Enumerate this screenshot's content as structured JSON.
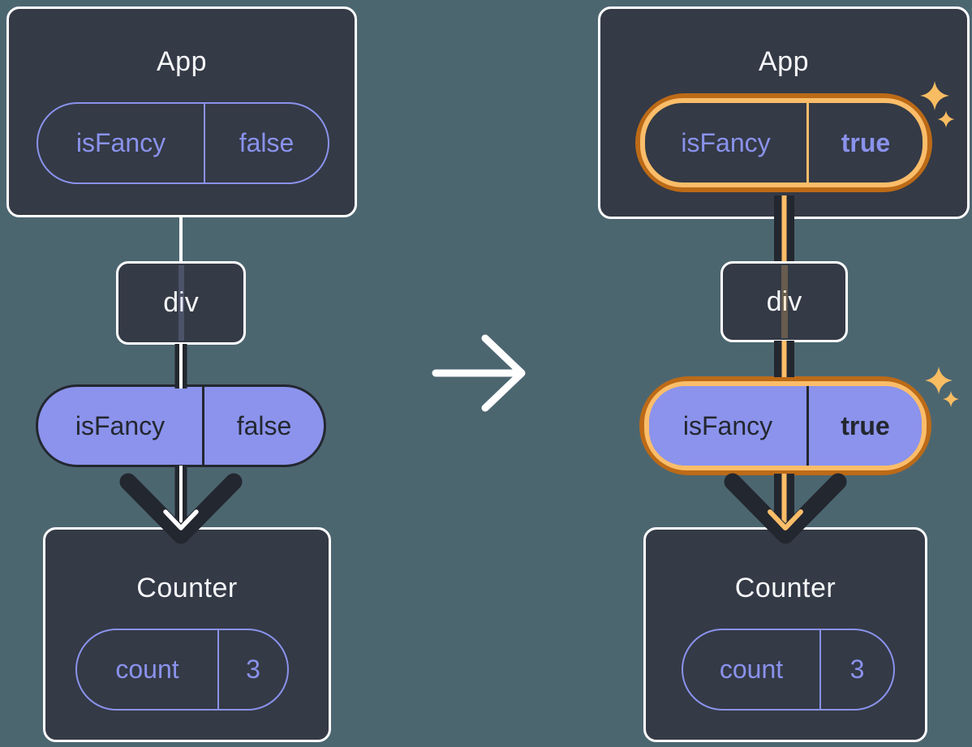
{
  "theme": {
    "bg": "#4c6670",
    "card": "#343a46",
    "card_border": "#ffffff",
    "title_text": "#f6f7f9",
    "purple": "#8a92ec",
    "purple_fill": "#8b93ec",
    "dark": "#23272f",
    "orange_dark": "#bc6a17",
    "orange_light": "#fbbd69",
    "orange_line": "#fbbd69",
    "sparkle": "#f8bd62",
    "white": "#ffffff"
  },
  "before": {
    "app": {
      "title": "App",
      "prop_name": "isFancy",
      "prop_value": "false"
    },
    "div_label": "div",
    "passed_prop": {
      "name": "isFancy",
      "value": "false"
    },
    "counter": {
      "title": "Counter",
      "state_name": "count",
      "state_value": "3"
    }
  },
  "after": {
    "app": {
      "title": "App",
      "prop_name": "isFancy",
      "prop_value": "true"
    },
    "div_label": "div",
    "passed_prop": {
      "name": "isFancy",
      "value": "true"
    },
    "counter": {
      "title": "Counter",
      "state_name": "count",
      "state_value": "3"
    }
  },
  "icons": {
    "transition_arrow": "arrow-right-icon",
    "sparkle": "sparkle-icon"
  }
}
